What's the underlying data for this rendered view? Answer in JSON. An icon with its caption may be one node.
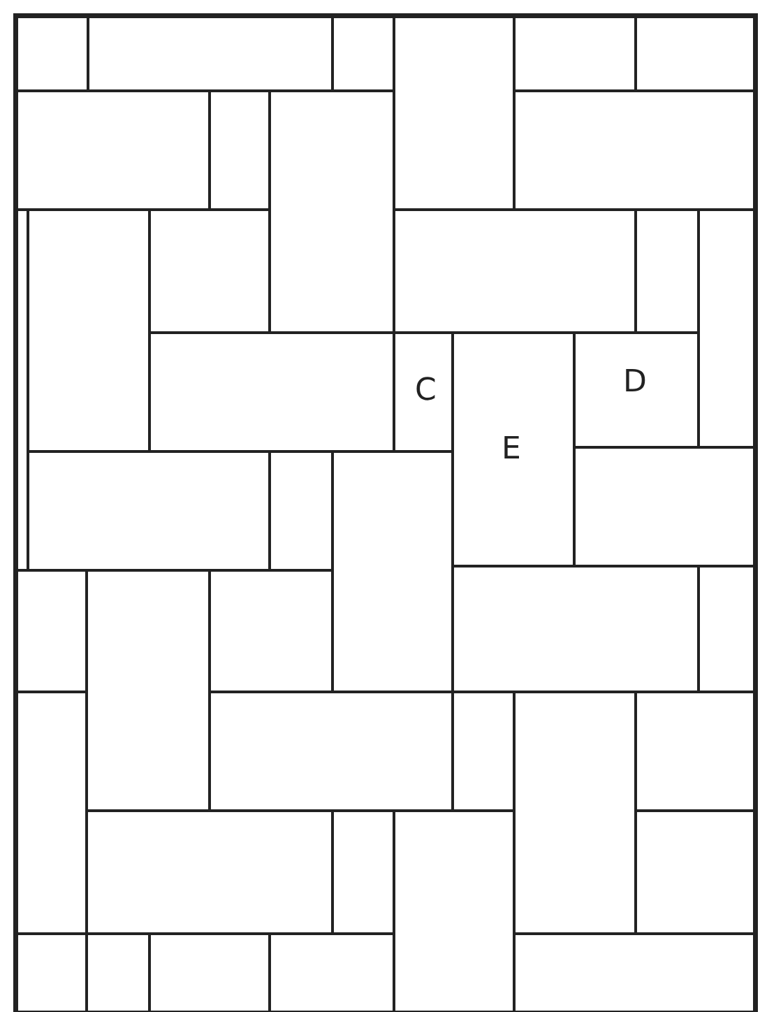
{
  "diagram": {
    "nodes": [
      {
        "text": [
          "C"
        ]
      },
      {
        "text": [
          "E"
        ]
      },
      {
        "text": [
          "D"
        ]
      }
    ]
  }
}
